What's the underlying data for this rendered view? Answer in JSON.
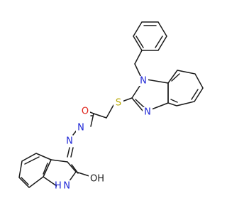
{
  "colors": {
    "bond": "#1a1a1a",
    "nitrogen": "#1e26d6",
    "oxygen": "#e0241b",
    "sulfur": "#b8a800",
    "background": "#ffffff"
  },
  "atoms": {
    "n_benzimidazole_1": "N",
    "n_benzimidazole_3": "N",
    "s_thioether": "S",
    "o_amide": "O",
    "n_hydrazide": "N",
    "n_imine": "N",
    "nh_indole": "H N",
    "o_indole": "OH"
  }
}
